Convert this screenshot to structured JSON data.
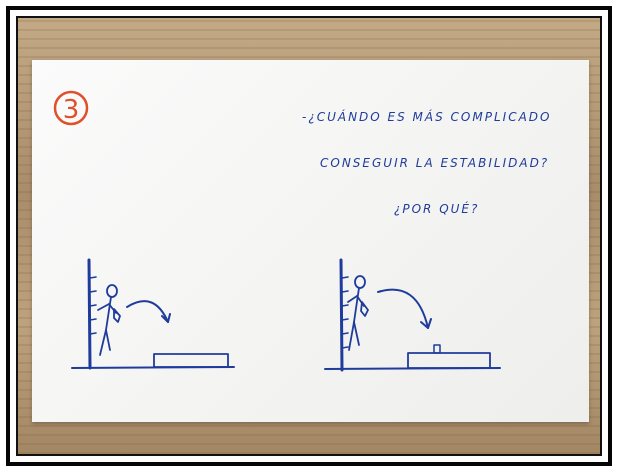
{
  "card": {
    "number": "3",
    "question_lines": [
      "-¿CUÁNDO ES MÁS COMPLICADO",
      "CONSEGUIR LA ESTABILIDAD?",
      "¿POR QUÉ?"
    ]
  },
  "colors": {
    "ink": "#1f3c9c",
    "number_circle": "#e0502a",
    "wood": "#b49a7a",
    "frame": "#050505"
  },
  "illustrations": [
    {
      "scene": "left",
      "objects": [
        "wall-bars",
        "stick-figure",
        "jump-arrow",
        "low-box"
      ]
    },
    {
      "scene": "right",
      "objects": [
        "wall-bars",
        "stick-figure",
        "jump-arrow",
        "low-box",
        "small-block"
      ]
    }
  ]
}
